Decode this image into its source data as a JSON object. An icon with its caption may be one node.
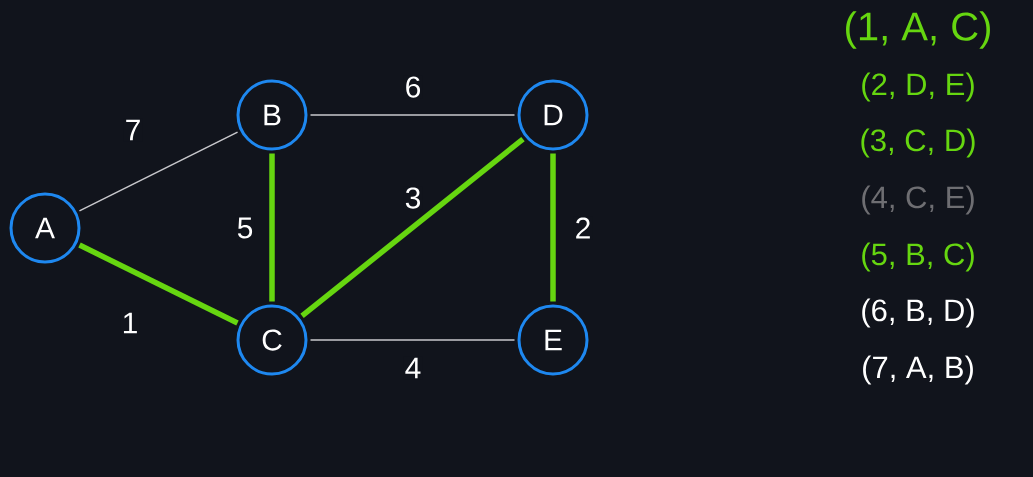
{
  "diagram": {
    "nodes": [
      {
        "text": [
          "A"
        ]
      },
      {
        "text": [
          "B"
        ]
      },
      {
        "text": [
          "C"
        ]
      },
      {
        "text": [
          "D"
        ]
      },
      {
        "text": [
          "E"
        ]
      }
    ],
    "edges": [
      {
        "from": 0,
        "to": 1,
        "arrow": "none",
        "label": "7",
        "color": "#c8c8cc"
      },
      {
        "from": 1,
        "to": 3,
        "arrow": "none",
        "label": "6",
        "color": "#c8c8cc"
      },
      {
        "from": 1,
        "to": 2,
        "arrow": "none",
        "label": "5"
      },
      {
        "from": 2,
        "to": 3,
        "arrow": "none",
        "label": "3"
      },
      {
        "from": 3,
        "to": 4,
        "arrow": "none",
        "label": "2"
      },
      {
        "from": 0,
        "to": 2,
        "arrow": "none",
        "label": "1"
      },
      {
        "from": 2,
        "to": 4,
        "arrow": "none",
        "label": "4",
        "color": "#c8c8cc"
      }
    ],
    "labels": [
      "(1, A, C)",
      "(2, D, E)",
      "(3, C, D)",
      "(4, C, E)",
      "(5, B, C)",
      "(6, B, D)",
      "(7, A, B)"
    ]
  }
}
